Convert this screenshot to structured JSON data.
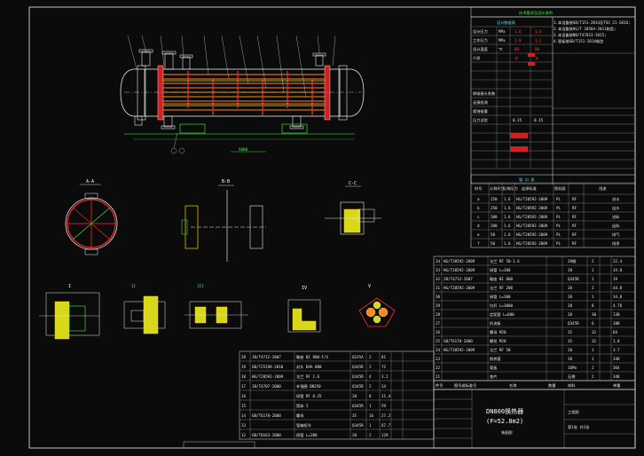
{
  "drawing": {
    "notes_title": "技术要求及设计说明",
    "tech_req_lines": [
      "1.本设备按GB/T151-2014及TSG 21-2016;",
      "2.本设备按HG/T 20584-2011制造;",
      "3.本设备按NB/T47013-2015;",
      "4.管板按GB/T151-2014制造"
    ],
    "design_data_title": "设计数据表",
    "design_rows": [
      {
        "label": "设计压力",
        "unit": "MPa",
        "shell": "1.6",
        "tube": "1.6"
      },
      {
        "label": "工作压力",
        "unit": "MPa",
        "shell": "1.0",
        "tube": "1.2"
      },
      {
        "label": "设计温度",
        "unit": "℃",
        "shell": "80",
        "tube": "80"
      },
      {
        "label": "介质",
        "unit": "",
        "shell": "水",
        "tube": "水"
      }
    ],
    "inspection_labels": [
      "焊接接头系数",
      "无损检测",
      "腐蚀裕量"
    ],
    "pressure_row": {
      "label": "压力试验",
      "v1": "0.35",
      "v2": "0.35"
    },
    "nozzle_table_title": "管 口 表",
    "nozzle_headers": [
      "符号",
      "公称尺寸",
      "公称压力",
      "连接标准",
      "密封面",
      "用途"
    ],
    "nozzles": [
      {
        "sym": "a",
        "dn": "250",
        "pn": "1.6",
        "std": "HG/T20592-2009",
        "face": "PL",
        "type": "RF",
        "use": "进水"
      },
      {
        "sym": "b",
        "dn": "250",
        "pn": "1.6",
        "std": "HG/T20592-2009",
        "face": "PL",
        "type": "RF",
        "use": "出水"
      },
      {
        "sym": "c",
        "dn": "200",
        "pn": "1.6",
        "std": "HG/T20592-2009",
        "face": "PL",
        "type": "RF",
        "use": "进料"
      },
      {
        "sym": "d",
        "dn": "200",
        "pn": "1.6",
        "std": "HG/T20592-2009",
        "face": "PL",
        "type": "RF",
        "use": "出料"
      },
      {
        "sym": "e",
        "dn": "50",
        "pn": "1.6",
        "std": "HG/T20592-2009",
        "face": "PL",
        "type": "RF",
        "use": "排气"
      },
      {
        "sym": "f",
        "dn": "50",
        "pn": "1.6",
        "std": "HG/T20592-2009",
        "face": "PL",
        "type": "RF",
        "use": "排净"
      }
    ],
    "section_labels": [
      "A-A",
      "B-B",
      "C-C",
      "I",
      "II",
      "III",
      "IV",
      "V"
    ],
    "bom_right": [
      {
        "no": "34",
        "std": "HG/T20592-2009",
        "name": "法兰 RF 50-1.6",
        "n": "2",
        "mat": "20钢",
        "w": "22.4"
      },
      {
        "no": "33",
        "std": "HG/T20592-2009",
        "name": "接管 L=200",
        "n": "1",
        "mat": "20",
        "w": "34.8"
      },
      {
        "no": "32",
        "std": "JB/T4712-2007",
        "name": "鞍座 BI 800",
        "n": "1",
        "mat": "Q345R",
        "w": "19"
      },
      {
        "no": "31",
        "std": "HG/T20592-2009",
        "name": "法兰 RF 200",
        "n": "2",
        "mat": "20",
        "w": "44.8"
      },
      {
        "no": "30",
        "std": "",
        "name": "接管 L=300",
        "n": "1",
        "mat": "20",
        "w": "34.8"
      },
      {
        "no": "29",
        "std": "",
        "name": "拉杆 L=3000",
        "n": "8",
        "mat": "20",
        "w": "4.78"
      },
      {
        "no": "28",
        "std": "",
        "name": "定距管 L=600",
        "n": "30",
        "mat": "20",
        "w": "130"
      },
      {
        "no": "27",
        "std": "",
        "name": "折流板",
        "n": "6",
        "mat": "Q345R",
        "w": "100"
      },
      {
        "no": "26",
        "std": "",
        "name": "螺母 M20",
        "n": "32",
        "mat": "35",
        "w": "84"
      },
      {
        "no": "25",
        "std": "GB/T6170-2000",
        "name": "螺栓 M20",
        "n": "32",
        "mat": "35",
        "w": "1.8"
      },
      {
        "no": "24",
        "std": "HG/T20592-2009",
        "name": "法兰 RF 50",
        "n": "1",
        "mat": "20",
        "w": "3.7"
      },
      {
        "no": "23",
        "std": "",
        "name": "换热管",
        "n": "1",
        "mat": "20",
        "w": "348"
      },
      {
        "no": "22",
        "std": "",
        "name": "管板",
        "n": "2",
        "mat": "16Mn",
        "w": "364"
      },
      {
        "no": "21",
        "std": "",
        "name": "垫片",
        "n": "2",
        "mat": "石棉",
        "w": "348"
      }
    ],
    "bom_right_header": [
      "件号",
      "图号或标准号",
      "名称",
      "数量",
      "材料",
      "单重"
    ],
    "bom_left": [
      {
        "no": "20",
        "std": "JB/T4712-2007",
        "name": "鞍座 BI 800-F/S",
        "n": "2",
        "mat": "Q235A",
        "w": "81"
      },
      {
        "no": "19",
        "std": "GB/T25198-2010",
        "name": "封头 EHA 800",
        "n": "2",
        "mat": "Q345R",
        "w": "72"
      },
      {
        "no": "18",
        "std": "HG/T20592-2009",
        "name": "法兰 RF 1.6",
        "n": "4",
        "mat": "Q345R",
        "w": "3.2"
      },
      {
        "no": "17",
        "std": "JB/T4707-2000",
        "name": "补强圈 DN250",
        "n": "2",
        "mat": "Q345R",
        "w": "14"
      },
      {
        "no": "16",
        "std": "",
        "name": "接管 RF 0.25",
        "n": "8",
        "mat": "20",
        "w": "11.4"
      },
      {
        "no": "15",
        "std": "",
        "name": "筒体 I",
        "n": "1",
        "mat": "Q345R",
        "w": "59"
      },
      {
        "no": "14",
        "std": "GB/T6170-2000",
        "name": "螺母",
        "n": "16",
        "mat": "35",
        "w": "27.2"
      },
      {
        "no": "13",
        "std": "",
        "name": "管箱短节",
        "n": "1",
        "mat": "Q345R",
        "w": "67.7"
      },
      {
        "no": "12",
        "std": "GB/T8163-2008",
        "name": "接管 L=200",
        "n": "2",
        "mat": "20",
        "w": "129"
      }
    ],
    "title_block": {
      "name_line1": "DN800换热器",
      "name_line2": "(F=52.8m2)",
      "scale_label": "装配图",
      "drawing_type": "工程图",
      "sheet_info": "第1张 共1张"
    }
  }
}
